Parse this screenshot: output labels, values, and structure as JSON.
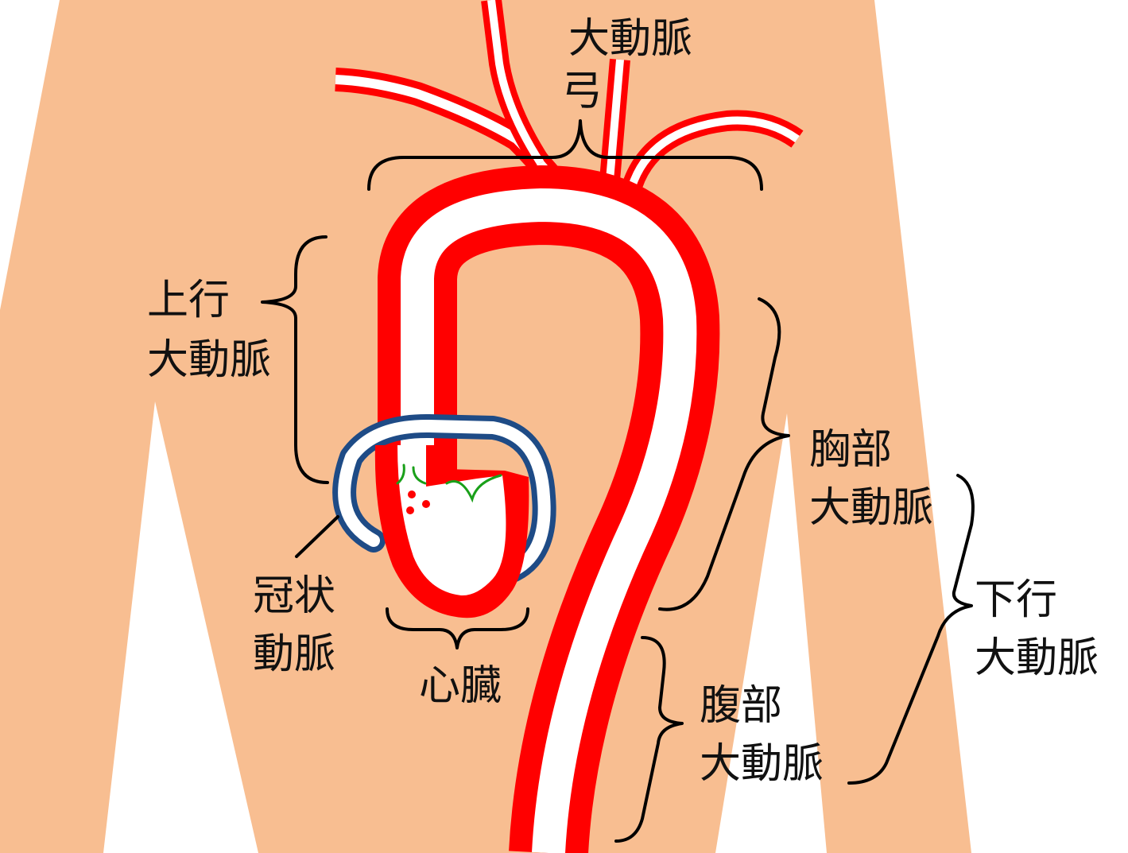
{
  "colors": {
    "body": "#f8be91",
    "background": "#ffffff",
    "artery": "#ff0000",
    "artery_core": "#ffffff",
    "heart_outline": "#1e4b86",
    "valve": "#1aa01a",
    "brace": "#000000"
  },
  "labels": {
    "aortic_arch": {
      "line1": "大動脈",
      "line2": "弓"
    },
    "ascending_aorta": {
      "line1": "上行",
      "line2": "大動脈"
    },
    "thoracic_aorta": {
      "line1": "胸部",
      "line2": "大動脈"
    },
    "descending_aorta": {
      "line1": "下行",
      "line2": "大動脈"
    },
    "coronary_artery": {
      "line1": "冠状",
      "line2": "動脈"
    },
    "heart": {
      "line1": "心臓"
    },
    "abdominal_aorta": {
      "line1": "腹部",
      "line2": "大動脈"
    }
  }
}
